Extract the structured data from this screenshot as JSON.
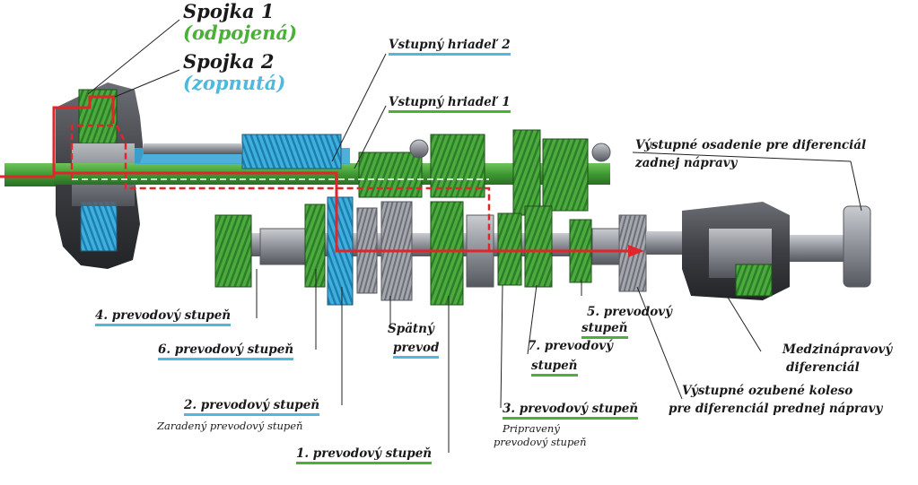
{
  "labels": {
    "clutch1_title": "Spojka 1",
    "clutch1_state": "(odpojená)",
    "clutch2_title": "Spojka 2",
    "clutch2_state": "(zopnutá)",
    "input_shaft_2": "Vstupný hriadeľ 2",
    "input_shaft_1": "Vstupný hriadeľ 1",
    "rear_output_line1": "Výstupné osadenie pre diferenciál",
    "rear_output_line2": "zadnej nápravy",
    "gear4": "4. prevodový stupeň",
    "gear6": "6. prevodový stupeň",
    "gear2": "2. prevodový stupeň",
    "gear2_note": "Zaradený prevodový stupeň",
    "gear1": "1. prevodový stupeň",
    "reverse_line1": "Spätný",
    "reverse_line2": "prevod",
    "gear7_line1": "7. prevodový",
    "gear7_line2": "stupeň",
    "gear3": "3. prevodový stupeň",
    "gear3_note_line1": "Pripravený",
    "gear3_note_line2": "prevodový stupeň",
    "gear5_line1": "5. prevodový",
    "gear5_line2": "stupeň",
    "center_diff_line1": "Medzinápravový",
    "center_diff_line2": "diferenciál",
    "front_output_line1": "Výstupné ozubené koleso",
    "front_output_line2": "pre diferenciál prednej nápravy"
  },
  "colors": {
    "clutch1_accent": "#4caf3a",
    "clutch2_accent": "#4fb8dd",
    "power_flow": "#e0262b",
    "shaft_green": "#45a83a",
    "shaft_blue": "#3aa7d8",
    "metal": "#8c8f96"
  }
}
